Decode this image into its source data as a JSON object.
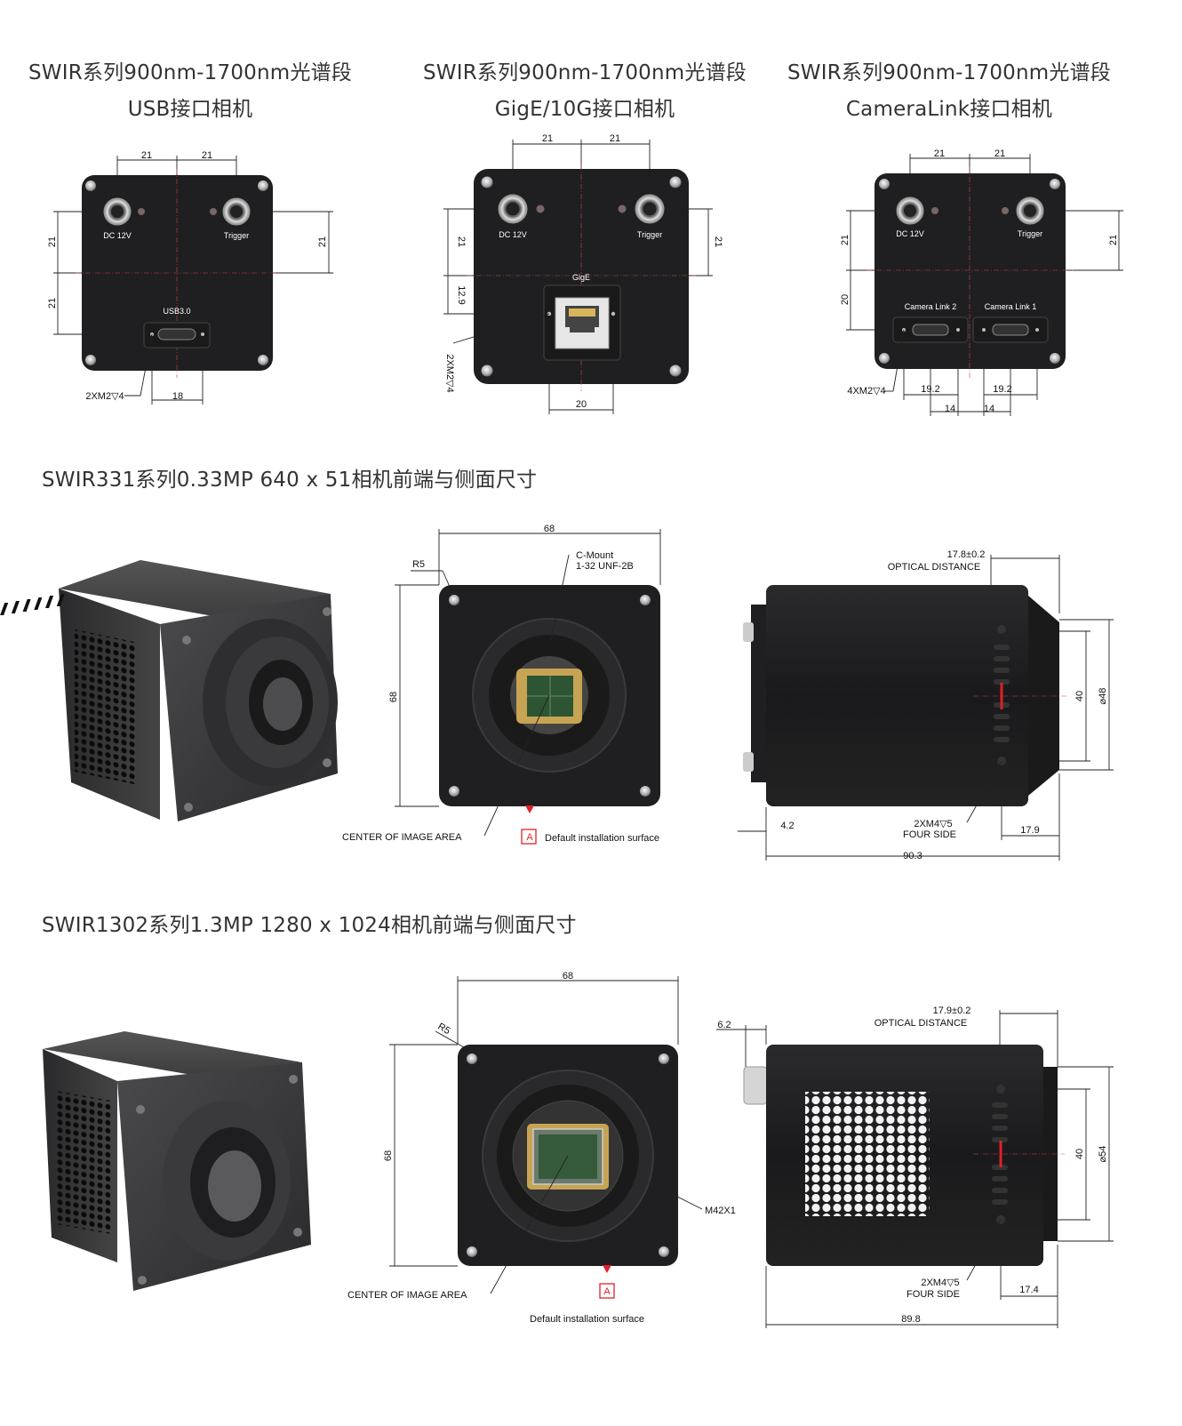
{
  "section1": {
    "usb": {
      "title_line1": "SWIR系列900nm-1700nm光谱段",
      "title_line2": "USB接口相机",
      "dims": {
        "top_left": "21",
        "top_right": "21",
        "left_upper": "21",
        "left_lower": "21",
        "right": "21",
        "bottom": "18"
      },
      "labels": {
        "dc": "DC 12V",
        "trigger": "Trigger",
        "port": "USB3.0",
        "screw": "2XM2▽4"
      }
    },
    "gige": {
      "title_line1": "SWIR系列900nm-1700nm光谱段",
      "title_line2": "GigE/10G接口相机",
      "dims": {
        "top_left": "21",
        "top_right": "21",
        "left_upper": "21",
        "left_lower": "12.9",
        "right": "21",
        "bottom": "20"
      },
      "labels": {
        "dc": "DC 12V",
        "trigger": "Trigger",
        "port": "GigE",
        "screw": "2XM2▽4"
      }
    },
    "cameralink": {
      "title_line1": "SWIR系列900nm-1700nm光谱段",
      "title_line2": "CameraLink接口相机",
      "dims": {
        "top_left": "21",
        "top_right": "21",
        "left_upper": "21",
        "left_lower": "20",
        "right": "21",
        "w1": "19.2",
        "w2": "19.2",
        "s1": "14",
        "s2": "14"
      },
      "labels": {
        "dc": "DC 12V",
        "trigger": "Trigger",
        "port2": "Camera Link 2",
        "port1": "Camera Link 1",
        "screw": "4XM2▽4"
      }
    }
  },
  "section2": {
    "title": "SWIR331系列0.33MP 640 x 51相机前端与侧面尺寸",
    "front": {
      "width": "68",
      "height": "68",
      "radius": "R5",
      "mount_line1": "C-Mount",
      "mount_line2": "1-32 UNF-2B",
      "center_label": "CENTER OF IMAGE AREA",
      "datum": "A",
      "datum_label": "Default installation surface"
    },
    "side": {
      "optical_value": "17.8±0.2",
      "optical_label": "OPTICAL DISTANCE",
      "d1": "40",
      "d2": "⌀48",
      "left": "4.2",
      "right": "17.9",
      "length": "90.3",
      "screw_line1": "2XM4▽5",
      "screw_line2": "FOUR SIDE"
    }
  },
  "section3": {
    "title": "SWIR1302系列1.3MP 1280 x 1024相机前端与侧面尺寸",
    "front": {
      "width": "68",
      "height": "68",
      "radius": "R5",
      "mount": "M42X1",
      "center_label": "CENTER OF IMAGE AREA",
      "datum": "A",
      "datum_label": "Default installation surface"
    },
    "side": {
      "optical_value": "17.9±0.2",
      "optical_label": "OPTICAL DISTANCE",
      "d1": "40",
      "d2": "⌀54",
      "left": "6.2",
      "right": "17.4",
      "length": "89.8",
      "screw_line1": "2XM4▽5",
      "screw_line2": "FOUR SIDE"
    }
  },
  "colors": {
    "body": "#1e1e20",
    "accent": "#e0202a",
    "text": "#333333"
  }
}
